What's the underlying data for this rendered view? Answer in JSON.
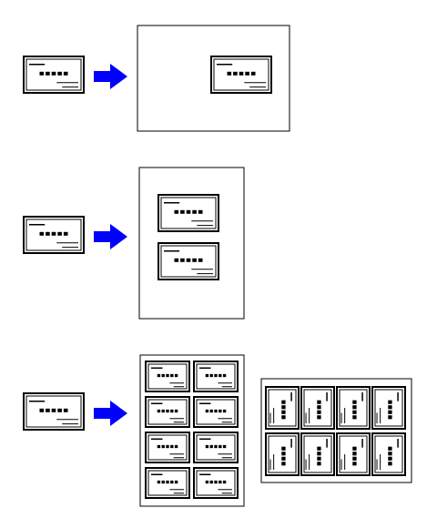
{
  "diagram": {
    "colors": {
      "line": "#000000",
      "card_fill": "#ffffff",
      "arrow": "#0000ff"
    },
    "rows": [
      {
        "name": "one-per-sheet",
        "copies_per_sheet": 1,
        "sheet_orientation": "landscape",
        "card_orientation": "landscape"
      },
      {
        "name": "two-per-sheet",
        "copies_per_sheet": 2,
        "sheet_orientation": "portrait",
        "card_orientation": "landscape"
      },
      {
        "name": "eight-per-sheet",
        "copies_per_sheet": 8,
        "sheet_orientation": "portrait",
        "card_orientation": "landscape",
        "alternate_sheet_orientation": "landscape",
        "alternate_card_orientation": "portrait"
      }
    ]
  }
}
